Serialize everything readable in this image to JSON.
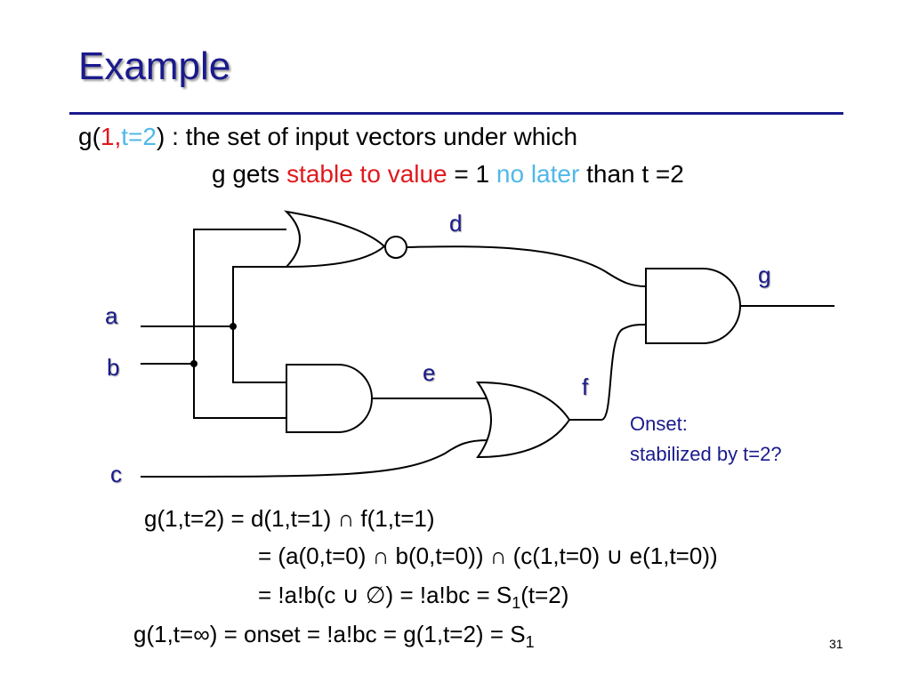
{
  "title": "Example",
  "definition": {
    "l1_a": "g(",
    "l1_one": "1",
    "l1_comma": ",",
    "l1_t": "t=2",
    "l1_rest": ") : the set of input vectors under which",
    "l2_a": "g gets ",
    "l2_stable": "stable to value",
    "l2_mid": " = 1 ",
    "l2_nolater": "no later",
    "l2_end": " than t =2"
  },
  "circuit": {
    "labels": {
      "d": "d",
      "g": "g",
      "a": "a",
      "b": "b",
      "e": "e",
      "f": "f",
      "c": "c"
    },
    "gates": [
      "NOR",
      "AND",
      "OR",
      "AND"
    ],
    "onset_line1": "Onset:",
    "onset_line2": "stabilized by t=2?"
  },
  "equations": {
    "e1": "g(1,t=2) = d(1,t=1) ∩ f(1,t=1)",
    "e2": "= (a(0,t=0) ∩ b(0,t=0)) ∩ (c(1,t=0) ∪ e(1,t=0))",
    "e3_pre": "= !a!b(c ∪ ∅) = !a!bc = S",
    "e3_sub": "1",
    "e3_post": "(t=2)",
    "e4_pre": "g(1,t=∞) = onset = !a!bc = g(1,t=2) = S",
    "e4_sub": "1"
  },
  "page_number": "31",
  "colors": {
    "title": "#1a1a8c",
    "red": "#e0191e",
    "cyan": "#4fb8e8"
  }
}
